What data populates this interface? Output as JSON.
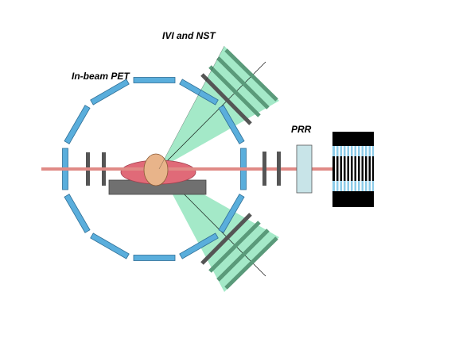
{
  "labels": {
    "ivi_nst": "IVI and NST",
    "in_beam_pet": "In-beam PET",
    "prr": "PRR"
  },
  "colors": {
    "pet_panel": "#5aaedc",
    "pet_panel_stroke": "#2f6f96",
    "beam": "#e08a86",
    "target": "#e06a78",
    "target_stroke": "#a0404e",
    "sphere": "#e8b48a",
    "sphere_stroke": "#8a5a36",
    "table": "#707070",
    "cone": "#7de0b0",
    "cone_plate": "#5a9a7a",
    "dark_plate": "#555555",
    "prr_box": "#c8e4e8",
    "detector_black": "#000000",
    "detector_blue": "#8ccbe8",
    "detector_white": "#ffffff"
  },
  "icons": {
    "pet_ring": "dodecagon-ring-of-blue-panels",
    "ivi_nst": "green-cone-detector-arms",
    "prr": "light-cyan-rectangle",
    "beam_dump_detector": "striped-black-blue-block"
  }
}
